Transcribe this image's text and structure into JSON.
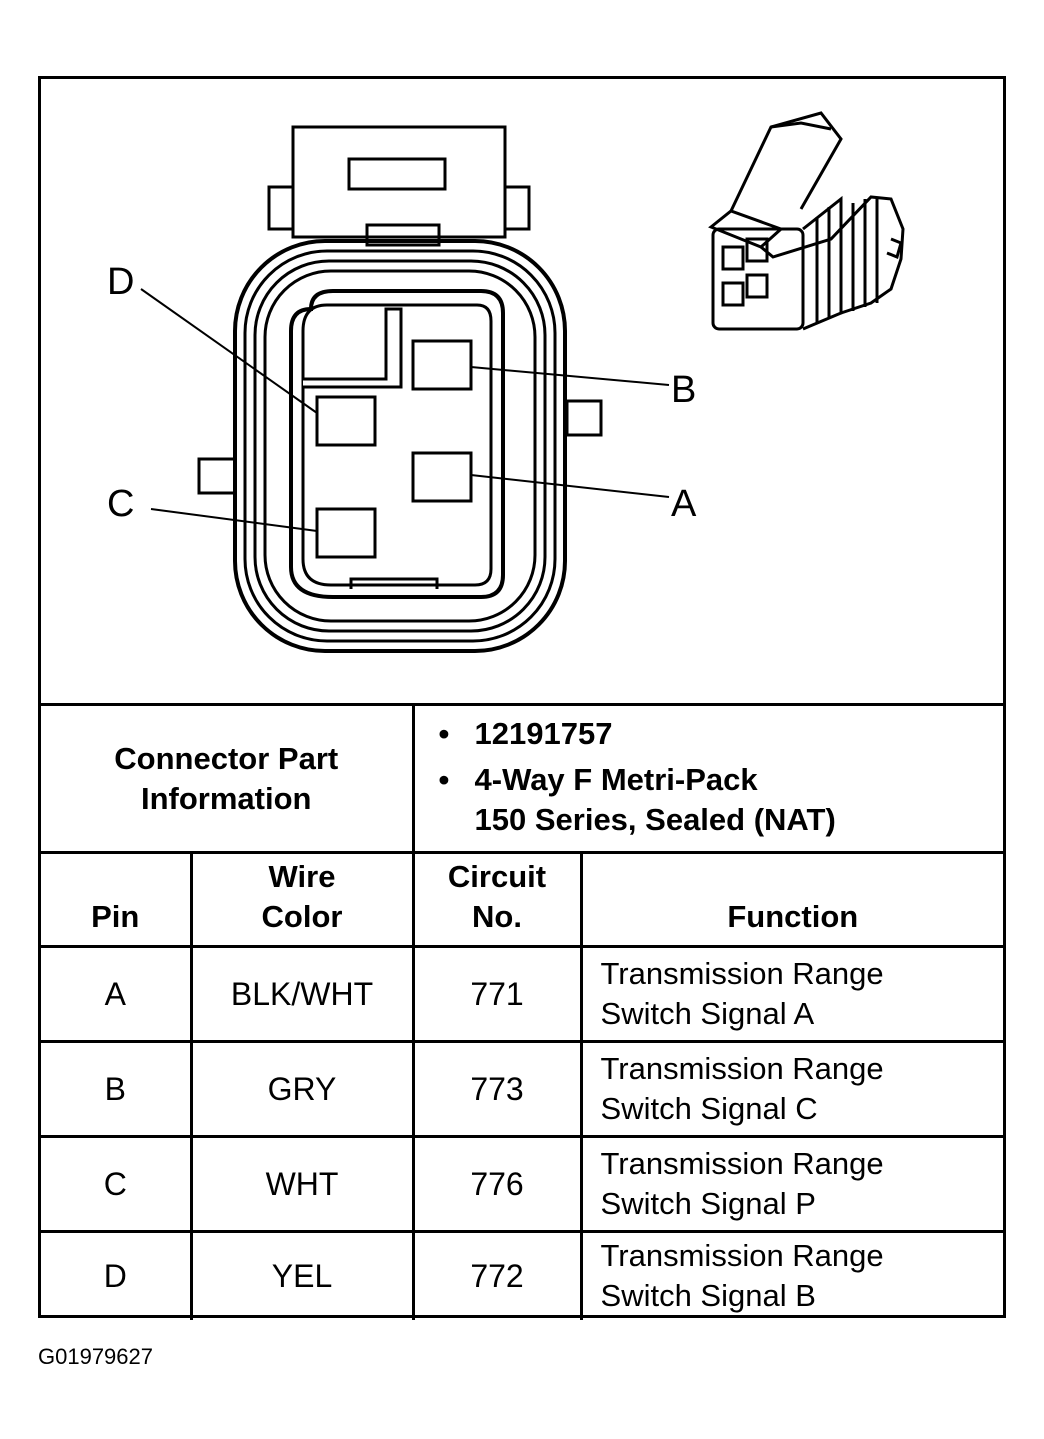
{
  "figure_code": "G01979627",
  "connector": {
    "pin_callouts": [
      "D",
      "B",
      "C",
      "A"
    ]
  },
  "info": {
    "label_line1": "Connector Part",
    "label_line2": "Information",
    "items": [
      "12191757",
      "4-Way F Metri-Pack",
      "150 Series, Sealed (NAT)"
    ]
  },
  "headers": {
    "pin": "Pin",
    "wire_color_1": "Wire",
    "wire_color_2": "Color",
    "circuit_1": "Circuit",
    "circuit_2": "No.",
    "function": "Function"
  },
  "rows": [
    {
      "pin": "A",
      "color": "BLK/WHT",
      "circuit": "771",
      "func_1": "Transmission Range",
      "func_2": "Switch Signal A"
    },
    {
      "pin": "B",
      "color": "GRY",
      "circuit": "773",
      "func_1": "Transmission Range",
      "func_2": "Switch Signal C"
    },
    {
      "pin": "C",
      "color": "WHT",
      "circuit": "776",
      "func_1": "Transmission Range",
      "func_2": "Switch Signal P"
    },
    {
      "pin": "D",
      "color": "YEL",
      "circuit": "772",
      "func_1": "Transmission Range",
      "func_2": "Switch Signal B"
    }
  ]
}
